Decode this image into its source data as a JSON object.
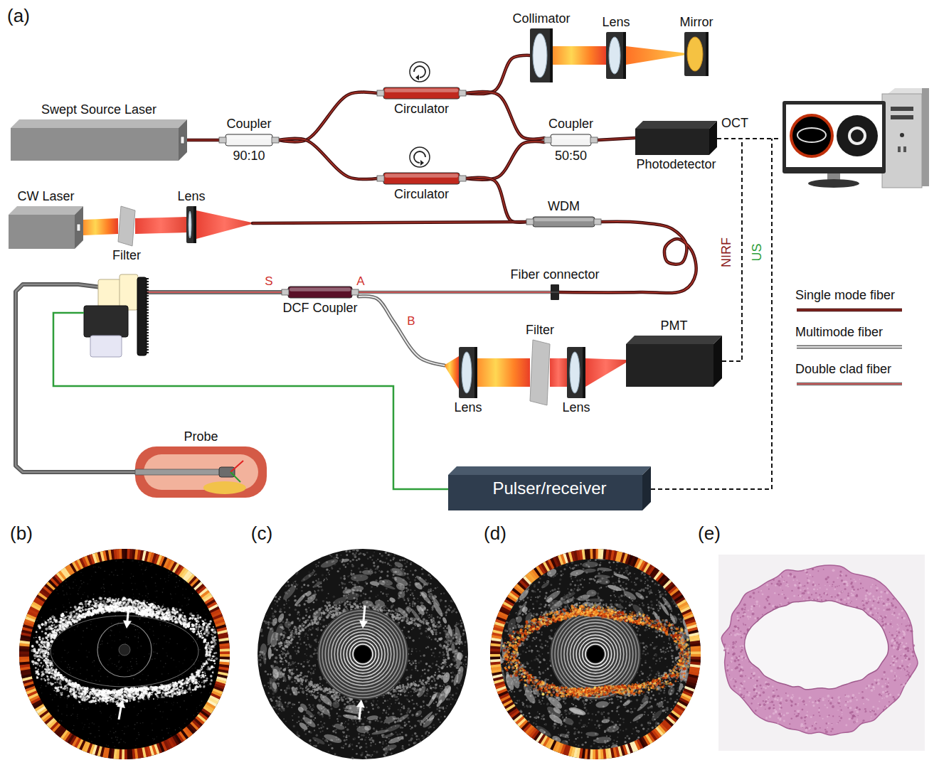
{
  "diagram": {
    "nodes": [
      {
        "text": [
          "Collimator"
        ]
      },
      {
        "text": [
          "Lens"
        ]
      },
      {
        "text": [
          "Mirror"
        ]
      },
      {
        "text": [
          "Swept Source Laser"
        ]
      },
      {
        "text": [
          "Coupler",
          "90:10"
        ]
      },
      {
        "text": [
          "Circulator"
        ]
      },
      {
        "text": [
          "Coupler",
          "50:50"
        ]
      },
      {
        "text": [
          "Photodetector"
        ]
      },
      {
        "text": [
          "Circulator"
        ]
      },
      {
        "text": [
          "CW Laser"
        ]
      },
      {
        "text": [
          "Lens"
        ]
      },
      {
        "text": [
          "WDM"
        ]
      },
      {
        "text": [
          "Filter"
        ]
      },
      {
        "text": [
          "Fiber connector"
        ]
      },
      {
        "text": [
          "DCF Coupler"
        ]
      },
      {
        "text": [
          "Filter"
        ]
      },
      {
        "text": [
          "PMT"
        ]
      },
      {
        "text": [
          "Lens"
        ]
      },
      {
        "text": [
          "Lens"
        ]
      },
      {
        "text": [
          "Probe"
        ]
      },
      {
        "text": [
          "Pulser/receiver"
        ]
      }
    ],
    "edges": [
      {
        "from": 3,
        "to": 4,
        "arrow": "none"
      },
      {
        "from": 4,
        "to": 5,
        "arrow": "none"
      },
      {
        "from": 4,
        "to": 8,
        "arrow": "none"
      },
      {
        "from": 5,
        "to": 0,
        "arrow": "none"
      },
      {
        "from": 0,
        "to": 1,
        "arrow": "none"
      },
      {
        "from": 1,
        "to": 2,
        "arrow": "none"
      },
      {
        "from": 5,
        "to": 6,
        "arrow": "none"
      },
      {
        "from": 8,
        "to": 6,
        "arrow": "none"
      },
      {
        "from": 6,
        "to": 7,
        "arrow": "none"
      },
      {
        "from": 8,
        "to": 11,
        "arrow": "none"
      },
      {
        "from": 9,
        "to": 12,
        "arrow": "none"
      },
      {
        "from": 12,
        "to": 10,
        "arrow": "none"
      },
      {
        "from": 10,
        "to": 11,
        "arrow": "none"
      },
      {
        "from": 11,
        "to": 13,
        "arrow": "none"
      },
      {
        "from": 13,
        "to": 14,
        "arrow": "none"
      },
      {
        "from": 14,
        "to": 19,
        "arrow": "none"
      },
      {
        "from": 14,
        "to": 17,
        "arrow": "none"
      },
      {
        "from": 17,
        "to": 15,
        "arrow": "none"
      },
      {
        "from": 15,
        "to": 18,
        "arrow": "none"
      },
      {
        "from": 18,
        "to": 16,
        "arrow": "none"
      }
    ],
    "labels": [
      "(a)",
      "OCT",
      "NIRF",
      "US",
      "S",
      "A",
      "B",
      "(b)",
      "(c)",
      "(d)",
      "(e)"
    ],
    "legend": [
      {
        "text": "Single mode fiber"
      },
      {
        "text": "Multimode fiber"
      },
      {
        "text": "Double clad fiber"
      }
    ]
  }
}
